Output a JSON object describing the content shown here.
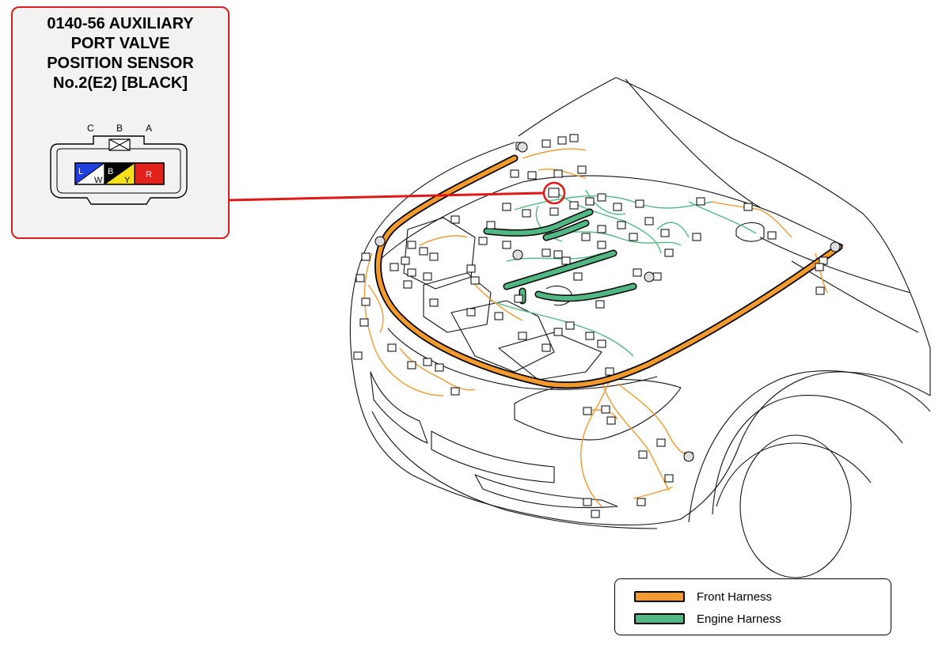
{
  "callout": {
    "title_lines": [
      "0140-56 AUXILIARY",
      "PORT VALVE",
      "POSITION SENSOR",
      "No.2(E2) [BLACK]"
    ],
    "pin_labels": [
      "C",
      "B",
      "A"
    ],
    "wire_codes": [
      {
        "code": "L",
        "sub": "W",
        "color": "#1f3fe0",
        "secondary": "#ffffff"
      },
      {
        "code": "B",
        "sub": "Y",
        "color": "#000000",
        "secondary": "#f5e21a"
      },
      {
        "code": "R",
        "sub": "",
        "color": "#e3211b",
        "secondary": "#e3211b"
      }
    ]
  },
  "legend": {
    "items": [
      {
        "label": "Front Harness",
        "color": "#f39a2e"
      },
      {
        "label": "Engine Harness",
        "color": "#52b883"
      }
    ]
  },
  "colors": {
    "front_harness": "#f39a2e",
    "engine_harness": "#52b883",
    "callout_border": "#d81e1e",
    "leader_line": "#e01818"
  }
}
